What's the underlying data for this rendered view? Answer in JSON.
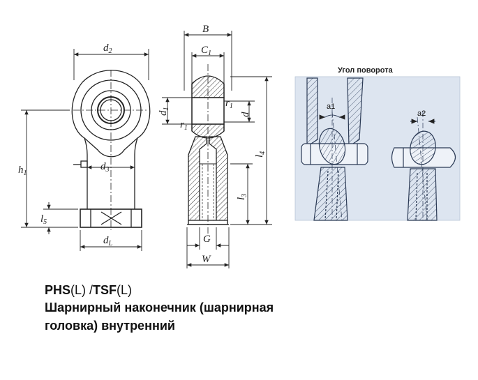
{
  "dimensions": {
    "d2": "d",
    "d2_sub": "2",
    "d3": "d",
    "d3_sub": "3",
    "h1": "h",
    "h1_sub": "1",
    "l5": "l",
    "l5_sub": "5",
    "dL": "d",
    "dL_sub": "L",
    "B": "B",
    "C1": "C",
    "C1_sub": "1",
    "d1": "d",
    "d1_sub": "1",
    "r1_top": "r",
    "r1_top_sub": "1",
    "r1_left": "r",
    "r1_left_sub": "1",
    "d": "d",
    "l4": "l",
    "l4_sub": "4",
    "l3": "l",
    "l3_sub": "3",
    "G": "G",
    "W": "W"
  },
  "rotation_panel": {
    "title": "Угол поворота",
    "a1": "a1",
    "a2": "a2",
    "colors": {
      "background": "#dde5f0",
      "line": "#2b3a55"
    }
  },
  "heading": {
    "code_1": "PHS",
    "code_1_suffix": "(L)",
    "separator": " /",
    "code_2": "TSF",
    "code_2_suffix": "(L)",
    "description_line_1": "Шарнирный наконечник (шарнирная",
    "description_line_2": "головка) внутренний"
  }
}
